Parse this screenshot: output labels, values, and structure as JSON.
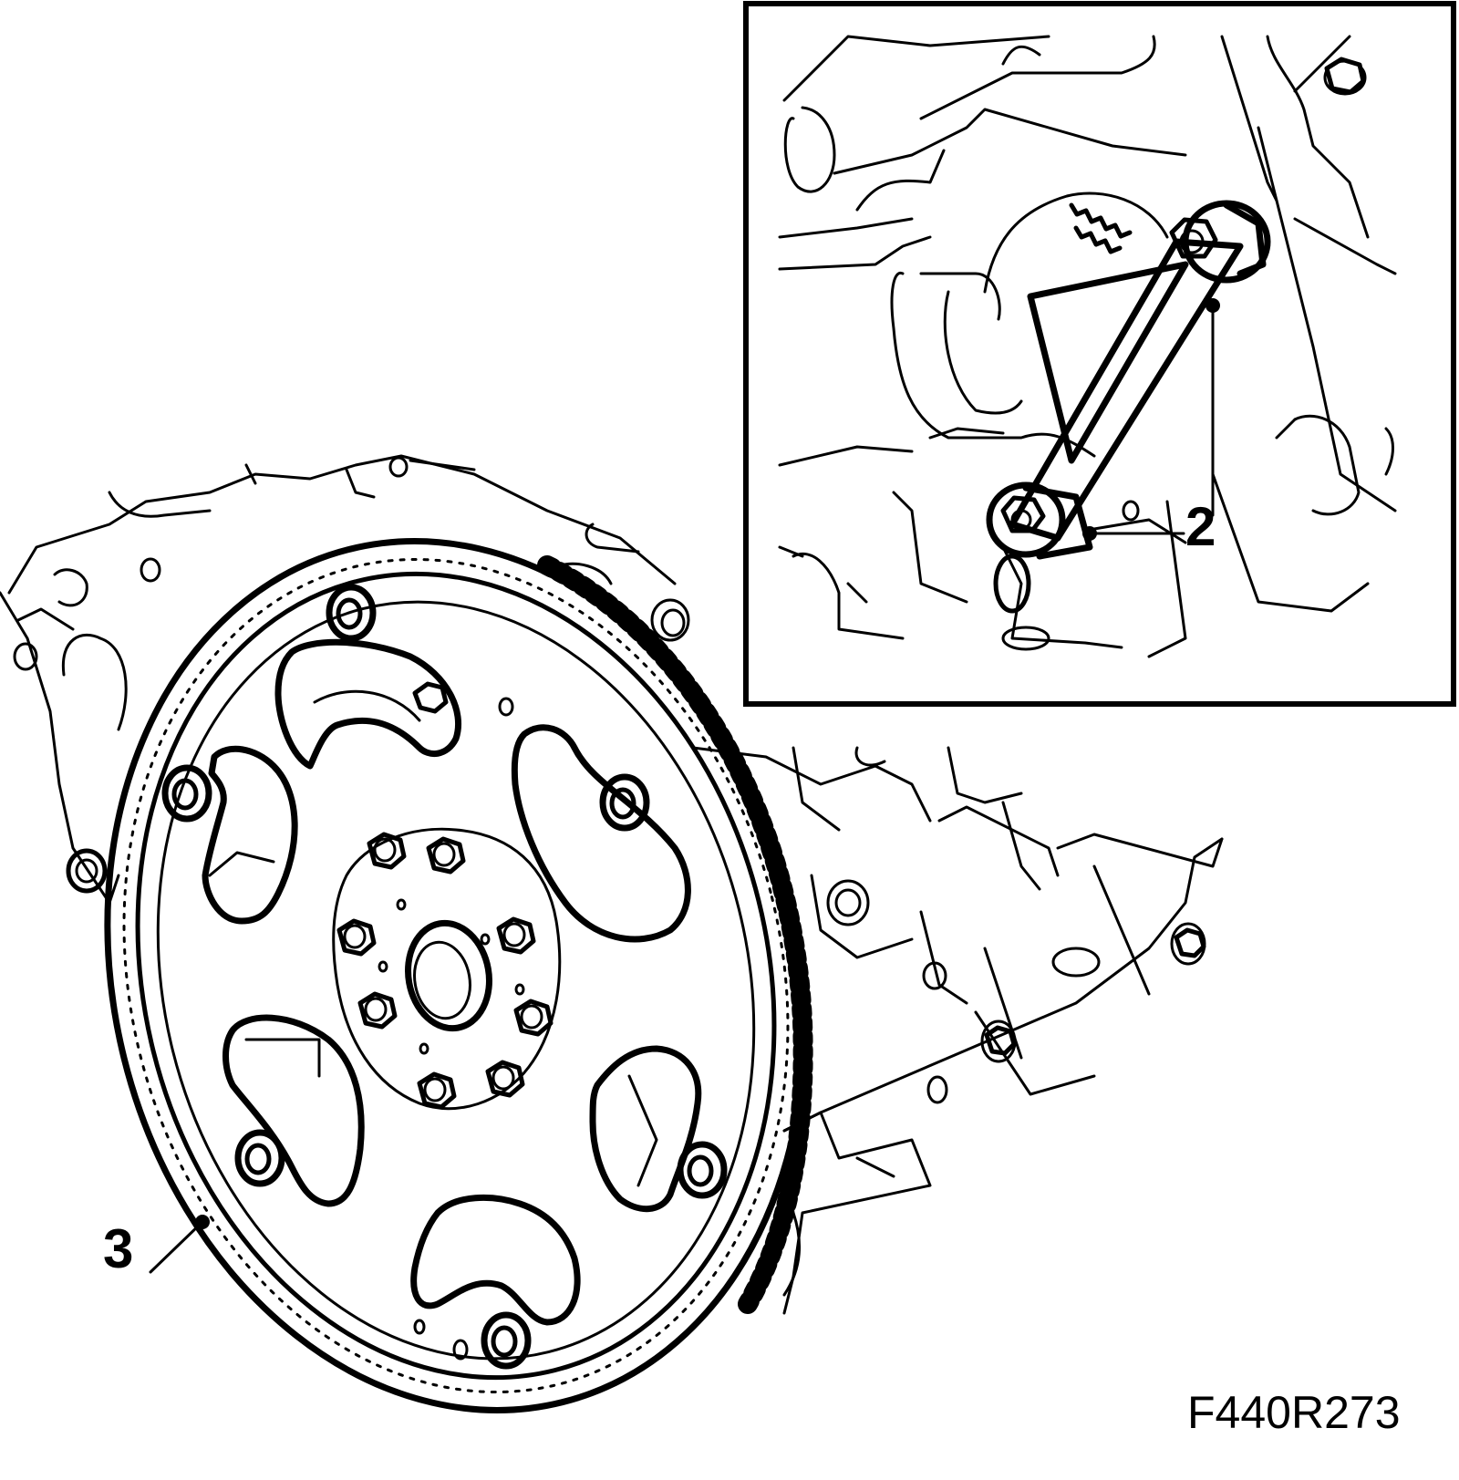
{
  "callouts": {
    "flywheel": "3",
    "locking_tool": "2"
  },
  "figure_code": "F440R273",
  "icons": [
    "flywheel-icon",
    "engine-block-icon",
    "locking-tool-icon",
    "bolt-icon"
  ],
  "colors": {
    "ink": "#000000",
    "paper": "#ffffff"
  }
}
